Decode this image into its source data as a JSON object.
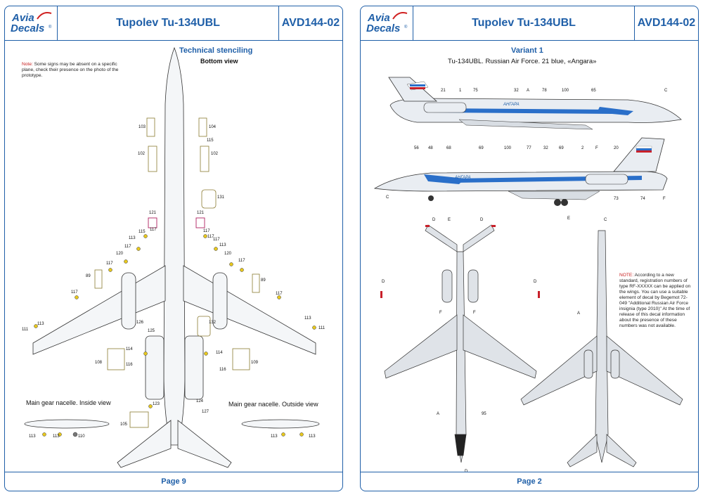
{
  "left_page": {
    "logo": {
      "line1": "Avia",
      "line2": "Decals",
      "reg": "®"
    },
    "title": "Tupolev Tu-134UBL",
    "code": "AVD144-02",
    "section_title": "Technical stenciling",
    "section_subtitle": "Bottom view",
    "note_label": "Note:",
    "note_text": "Some signs may be absent on a specific plane, check their presence on the photo of the prototype.",
    "inside_view": "Main gear nacelle. Inside view",
    "outside_view": "Main gear nacelle. Outside view",
    "page": "Page 9",
    "labels": {
      "l103": "103",
      "l104": "104",
      "l115a": "115",
      "l102a": "102",
      "l102b": "102",
      "l131": "131",
      "l121a": "121",
      "l121b": "121",
      "l113a": "113",
      "l115b": "115",
      "l117a": "117",
      "l117b": "117",
      "l117c": "117",
      "l117d": "117",
      "l117e": "117",
      "l113b": "113",
      "l120a": "120",
      "l120b": "120",
      "l117f": "117",
      "l117g": "117",
      "l89a": "89",
      "l89b": "89",
      "l117h": "117",
      "l117i": "117",
      "l113c": "113",
      "l111a": "111",
      "l113d": "113",
      "l111b": "111",
      "l126": "126",
      "l125": "125",
      "l132": "132",
      "l114a": "114",
      "l114b": "114",
      "l108": "108",
      "l116a": "116",
      "l116b": "116",
      "l109": "109",
      "l123": "123",
      "l124": "124",
      "l127": "127",
      "l105": "105",
      "l113e": "113",
      "l113f": "113",
      "l110": "110",
      "l113g": "113",
      "l113h": "113"
    }
  },
  "right_page": {
    "logo": {
      "line1": "Avia",
      "line2": "Decals",
      "reg": "®"
    },
    "title": "Tupolev Tu-134UBL",
    "code": "AVD144-02",
    "variant_title": "Variant 1",
    "variant_subtitle": "Tu-134UBL. Russian Air Force. 21 blue, «Angara»",
    "note_label": "NOTE:",
    "note_text": "According to a new standard, registration numbers of type RF-XXXXX can be applied on the wings. You can use a suitable element of decal by Begemot 72-049 \"Additional Russian Air Force insignia (type 2010)\" At the time of release of this decal information about the presence of these numbers was not available.",
    "page": "Page 2",
    "labels": {
      "t21": "21",
      "t1": "1",
      "t75": "75",
      "t32": "32",
      "tA": "A",
      "t78": "78",
      "t100": "100",
      "t65": "65",
      "tC": "C",
      "b56": "56",
      "b48": "48",
      "b68": "68",
      "b69a": "69",
      "b100": "100",
      "b77": "77",
      "b32": "32",
      "b69b": "69",
      "b2": "2",
      "bF": "F",
      "b20": "20",
      "bC": "C",
      "b73": "73",
      "b74": "74",
      "bF2": "F",
      "bE": "E",
      "p_D1": "D",
      "p_E": "E",
      "p_D2": "D",
      "p_D3": "D",
      "p_D4": "D",
      "p_F1": "F",
      "p_F2": "F",
      "p_A": "A",
      "p_95": "95",
      "p_D5": "D",
      "q_C": "C",
      "q_A": "A"
    },
    "fuselage_text": "АНГАРА",
    "colors": {
      "stripe": "#2a6fc9",
      "red": "#c8202a"
    }
  }
}
